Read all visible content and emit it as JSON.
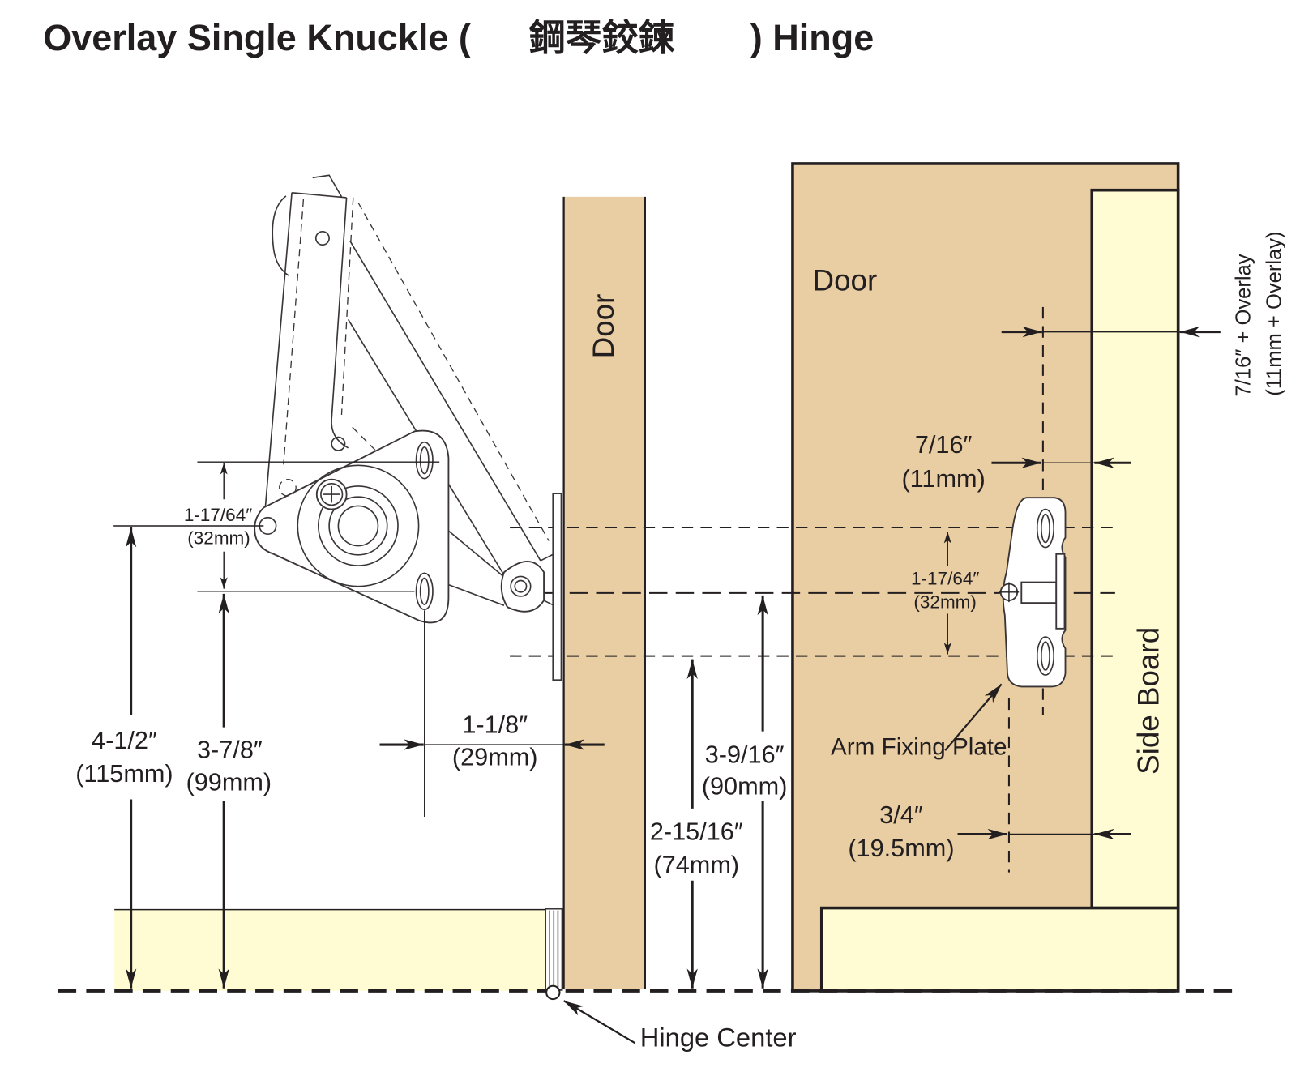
{
  "title": {
    "main": "Overlay Single Knuckle (",
    "chinese": "鋼琴鉸鍊",
    "end": ") Hinge"
  },
  "labels": {
    "door_left": "Door",
    "door_right": "Door",
    "side_board": "Side Board",
    "arm_fixing_plate": "Arm Fixing Plate",
    "hinge_center": "Hinge Center"
  },
  "dimensions": {
    "overlay": {
      "imperial": "7/16″ + Overlay",
      "metric": "(11mm + Overlay)"
    },
    "plate_offset": {
      "imperial": "7/16″",
      "metric": "(11mm)"
    },
    "slot_spacing_right": {
      "imperial": "1-17/64″",
      "metric": "(32mm)"
    },
    "slot_spacing_left": {
      "imperial": "1-17/64″",
      "metric": "(32mm)"
    },
    "plate_center_offset": {
      "imperial": "3/4″",
      "metric": "(19.5mm)"
    },
    "upper_height": {
      "imperial": "3-9/16″",
      "metric": "(90mm)"
    },
    "lower_height": {
      "imperial": "2-15/16″",
      "metric": "(74mm)"
    },
    "setback": {
      "imperial": "1-1/8″",
      "metric": "(29mm)"
    },
    "overall_height": {
      "imperial": "4-1/2″",
      "metric": "(115mm)"
    },
    "mount_height": {
      "imperial": "3-7/8″",
      "metric": "(99mm)"
    }
  },
  "colors": {
    "door": "#E9CDA3",
    "board": "#FFFBD2",
    "ink": "#231F20"
  }
}
